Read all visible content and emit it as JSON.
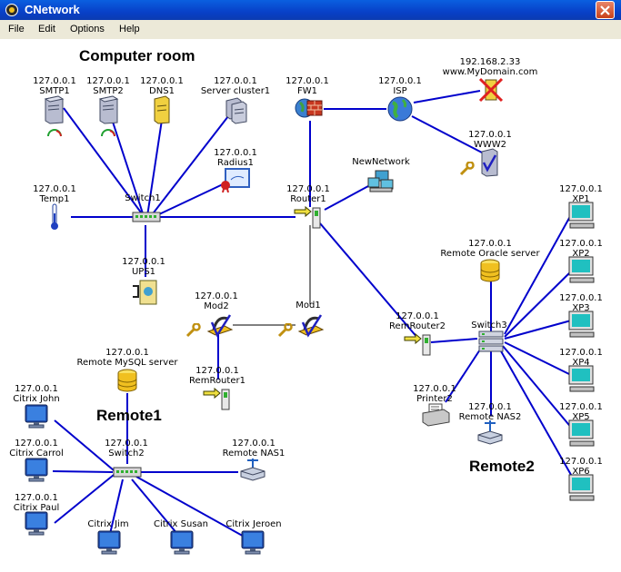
{
  "window": {
    "title": "CNetwork"
  },
  "menu": {
    "file": "File",
    "edit": "Edit",
    "options": "Options",
    "help": "Help"
  },
  "groups": {
    "computer_room": "Computer room",
    "remote1": "Remote1",
    "remote2": "Remote2"
  },
  "nodes": {
    "smtp1": {
      "ip": "127.0.0.1",
      "name": "SMTP1"
    },
    "smtp2": {
      "ip": "127.0.0.1",
      "name": "SMTP2"
    },
    "dns1": {
      "ip": "127.0.0.1",
      "name": "DNS1"
    },
    "cluster": {
      "ip": "127.0.0.1",
      "name": "Server cluster1"
    },
    "fw1": {
      "ip": "127.0.0.1",
      "name": "FW1"
    },
    "isp": {
      "ip": "127.0.0.1",
      "name": "ISP"
    },
    "mydomain": {
      "ip": "192.168.2.33",
      "name": "www.MyDomain.com"
    },
    "www2": {
      "ip": "127.0.0.1",
      "name": "WWW2"
    },
    "radius1": {
      "ip": "127.0.0.1",
      "name": "Radius1"
    },
    "newnetwork": {
      "ip": "",
      "name": "NewNetwork"
    },
    "temp1": {
      "ip": "127.0.0.1",
      "name": "Temp1"
    },
    "switch1": {
      "ip": "",
      "name": "Switch1"
    },
    "router1": {
      "ip": "127.0.0.1",
      "name": "Router1"
    },
    "ups1": {
      "ip": "127.0.0.1",
      "name": "UPS1"
    },
    "mod2": {
      "ip": "127.0.0.1",
      "name": "Mod2"
    },
    "mod1": {
      "ip": "",
      "name": "Mod1"
    },
    "remoracle": {
      "ip": "127.0.0.1",
      "name": "Remote Oracle server"
    },
    "remrouter2": {
      "ip": "127.0.0.1",
      "name": "RemRouter2"
    },
    "switch3": {
      "ip": "",
      "name": "Switch3"
    },
    "remmysql": {
      "ip": "127.0.0.1",
      "name": "Remote MySQL server"
    },
    "remrouter1": {
      "ip": "127.0.0.1",
      "name": "RemRouter1"
    },
    "citrixjohn": {
      "ip": "127.0.0.1",
      "name": "Citrix John"
    },
    "citrixcarrol": {
      "ip": "127.0.0.1",
      "name": "Citrix Carrol"
    },
    "switch2": {
      "ip": "127.0.0.1",
      "name": "Switch2"
    },
    "remnas1": {
      "ip": "127.0.0.1",
      "name": "Remote NAS1"
    },
    "citrixpaul": {
      "ip": "127.0.0.1",
      "name": "Citrix Paul"
    },
    "citrixjim": {
      "ip": "",
      "name": "Citrix Jim"
    },
    "citrixsusan": {
      "ip": "",
      "name": "Citrix Susan"
    },
    "citrixjeroen": {
      "ip": "",
      "name": "Citrix Jeroen"
    },
    "printer2": {
      "ip": "127.0.0.1",
      "name": "Printer2"
    },
    "remnas2": {
      "ip": "127.0.0.1",
      "name": "Remote NAS2"
    },
    "xp1": {
      "ip": "127.0.0.1",
      "name": "XP1"
    },
    "xp2": {
      "ip": "127.0.0.1",
      "name": "XP2"
    },
    "xp3": {
      "ip": "127.0.0.1",
      "name": "XP3"
    },
    "xp4": {
      "ip": "127.0.0.1",
      "name": "XP4"
    },
    "xp5": {
      "ip": "127.0.0.1",
      "name": "XP5"
    },
    "xp6": {
      "ip": "127.0.0.1",
      "name": "XP6"
    }
  },
  "colors": {
    "titlebar": "#0a50d8",
    "link": "#0000cc",
    "link_dark": "#000000",
    "menubar": "#ece9d8"
  }
}
